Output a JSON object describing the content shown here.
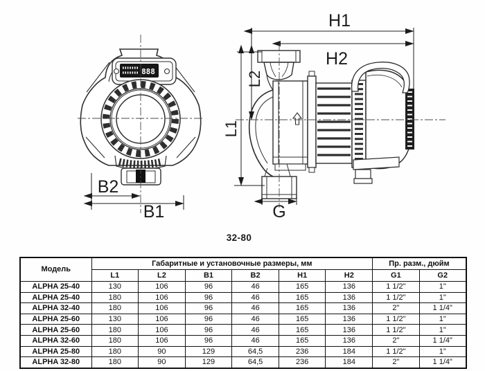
{
  "caption": "32-80",
  "front_view": {
    "display_digits": "888",
    "labels": {
      "b1": "B1",
      "b2": "B2"
    }
  },
  "side_view": {
    "labels": {
      "h1": "H1",
      "h2": "H2",
      "l1": "L1",
      "l2": "L2",
      "g": "G"
    }
  },
  "table": {
    "headers": {
      "model": "Модель",
      "dims_group": "Габаритные и установочные размеры, мм",
      "thread_group": "Пр. разм., дюйм",
      "dims": [
        "L1",
        "L2",
        "B1",
        "B2",
        "H1",
        "H2"
      ],
      "thread": [
        "G1",
        "G2"
      ]
    },
    "rows": [
      {
        "model": "ALPHA 25-40",
        "l1": "130",
        "l2": "106",
        "b1": "96",
        "b2": "46",
        "h1": "165",
        "h2": "136",
        "g1": "1 1/2\"",
        "g2": "1\""
      },
      {
        "model": "ALPHA 25-40",
        "l1": "180",
        "l2": "106",
        "b1": "96",
        "b2": "46",
        "h1": "165",
        "h2": "136",
        "g1": "1 1/2\"",
        "g2": "1\""
      },
      {
        "model": "ALPHA 32-40",
        "l1": "180",
        "l2": "106",
        "b1": "96",
        "b2": "46",
        "h1": "165",
        "h2": "136",
        "g1": "2\"",
        "g2": "1 1/4\""
      },
      {
        "model": "ALPHA 25-60",
        "l1": "130",
        "l2": "106",
        "b1": "96",
        "b2": "46",
        "h1": "165",
        "h2": "136",
        "g1": "1 1/2\"",
        "g2": "1\""
      },
      {
        "model": "ALPHA 25-60",
        "l1": "180",
        "l2": "106",
        "b1": "96",
        "b2": "46",
        "h1": "165",
        "h2": "136",
        "g1": "1 1/2\"",
        "g2": "1\""
      },
      {
        "model": "ALPHA 32-60",
        "l1": "180",
        "l2": "106",
        "b1": "96",
        "b2": "46",
        "h1": "165",
        "h2": "136",
        "g1": "2\"",
        "g2": "1 1/4\""
      },
      {
        "model": "ALPHA 25-80",
        "l1": "180",
        "l2": "90",
        "b1": "129",
        "b2": "64,5",
        "h1": "236",
        "h2": "184",
        "g1": "1 1/2\"",
        "g2": "1\""
      },
      {
        "model": "ALPHA 32-80",
        "l1": "180",
        "l2": "90",
        "b1": "129",
        "b2": "64,5",
        "h1": "236",
        "h2": "184",
        "g1": "2\"",
        "g2": "1 1/4\""
      }
    ]
  },
  "colors": {
    "drawing_line": "#2e2e2e",
    "table_border": "#111111",
    "display_background": "#161616",
    "background": "#ffffff"
  }
}
